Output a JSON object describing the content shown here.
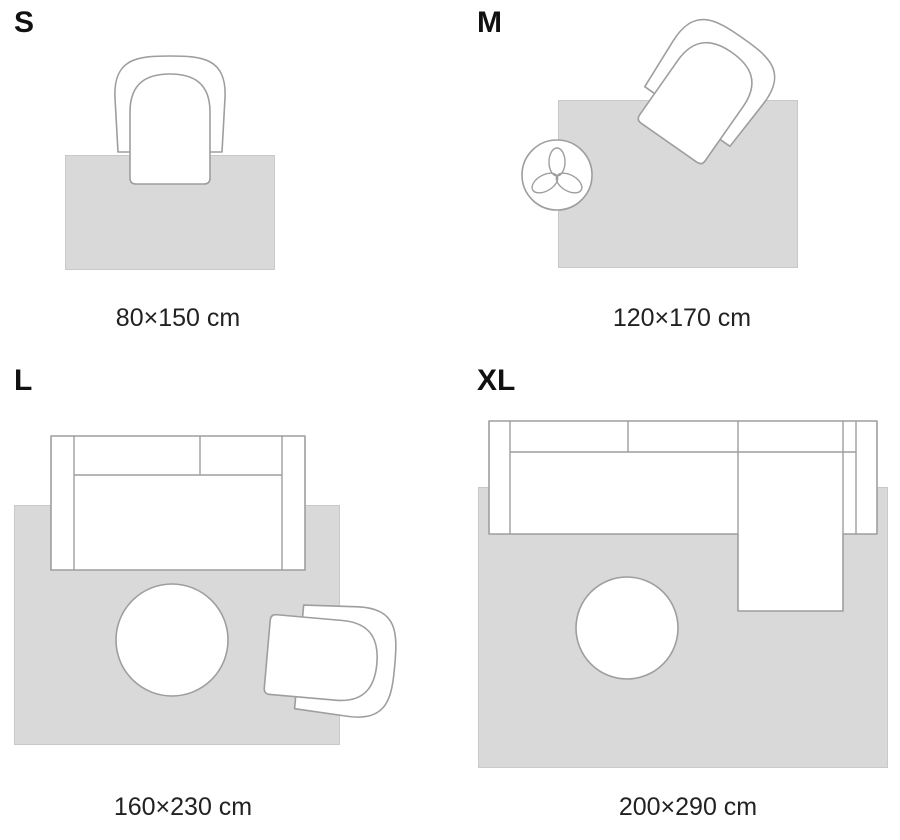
{
  "sizes": [
    {
      "label": "S",
      "dimensions": "80×150 cm"
    },
    {
      "label": "M",
      "dimensions": "120×170 cm"
    },
    {
      "label": "L",
      "dimensions": "160×230 cm"
    },
    {
      "label": "XL",
      "dimensions": "200×290 cm"
    }
  ],
  "icons": {
    "chair": "chair-top-view",
    "plant": "potted-plant-top-view",
    "sofa": "sofa-top-view",
    "armchair": "armchair-top-view",
    "table": "round-table-top-view",
    "sectional": "sectional-sofa-top-view"
  },
  "colors": {
    "rug_fill": "#d9d9d9",
    "rug_border": "#c9c9c9",
    "outline": "#9e9e9e",
    "label_text": "#111111",
    "dimension_text": "#222222"
  }
}
